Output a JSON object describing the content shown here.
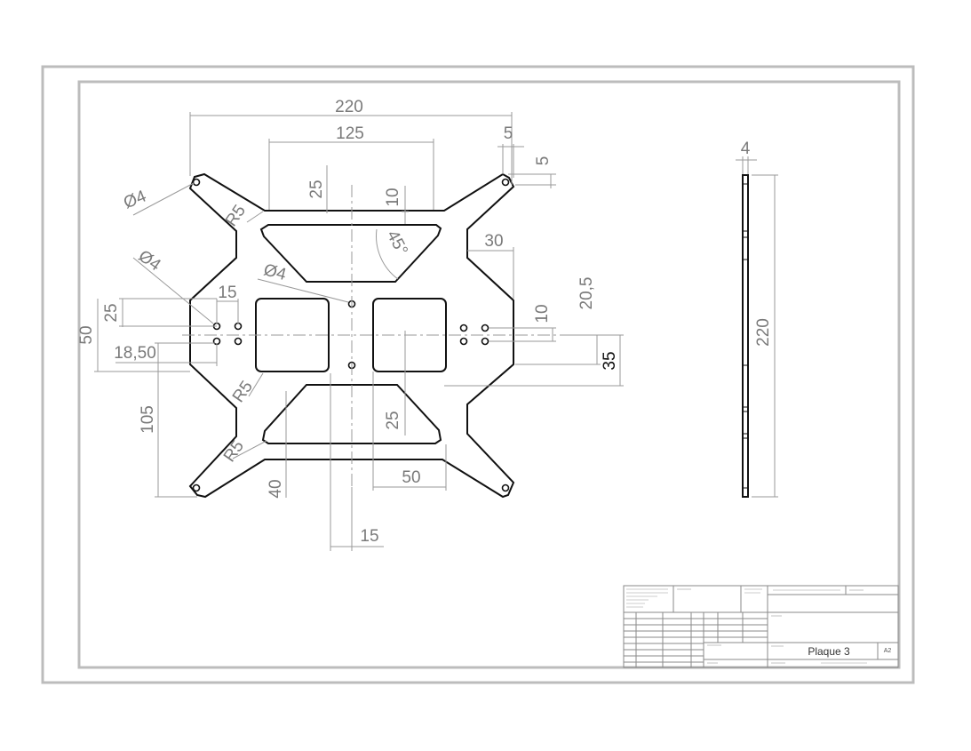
{
  "drawing": {
    "title": "Plaque 3",
    "sheet_size": "A2"
  },
  "dimensions": {
    "overall_width": "220",
    "inner_width": "125",
    "corner_x": "5",
    "corner_y": "5",
    "hole_dia_top": "Ø4",
    "top_depth": "25",
    "top_slot_height": "10",
    "radius_top": "R5",
    "angle": "45°",
    "arm_offset": "30",
    "hole_dia_left": "Ø4",
    "hole_dia_center": "Ø4",
    "left_pitch": "15",
    "left_pair": "25",
    "left_span": "50",
    "left_offset": "18,50",
    "right_pitch": "10",
    "right_offset": "20,5",
    "right_height": "35",
    "radius_mid": "R5",
    "lower_height": "105",
    "lower_window": "25",
    "radius_bottom": "R5",
    "window_width": "50",
    "bottom_offset": "40",
    "center_offset": "15",
    "side_thickness": "4",
    "side_height": "220"
  }
}
